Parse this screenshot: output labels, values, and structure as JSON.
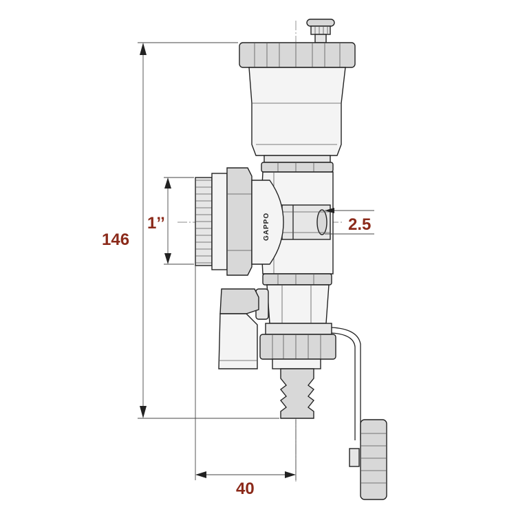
{
  "dimensions": {
    "height_label": "146",
    "thread_label": "1’’",
    "orifice_label": "2.5",
    "offset_label": "40"
  },
  "brand_text": "GAPPO",
  "colors": {
    "dimension_text": "#8B2A1A",
    "outline": "#222222",
    "fill_light": "#f4f4f4",
    "fill_dark": "#d8d8d8"
  }
}
